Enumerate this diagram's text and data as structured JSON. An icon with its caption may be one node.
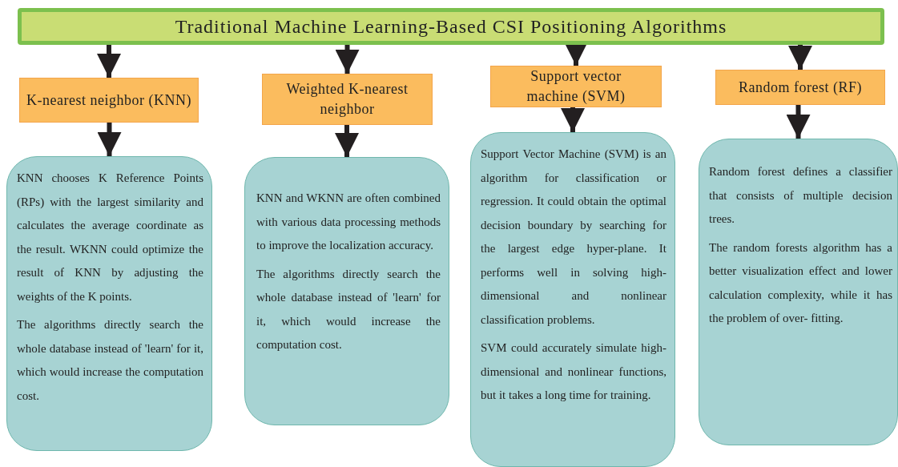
{
  "diagram": {
    "nodes": [
      {
        "text": [
          "Traditional Machine Learning-Based CSI Positioning Algorithms"
        ]
      },
      {
        "text": [
          "K-nearest neighbor (KNN)"
        ]
      },
      {
        "text": [
          "Weighted K-nearest neighbor"
        ]
      },
      {
        "text": [
          "Support vector machine (SVM)"
        ]
      },
      {
        "text": [
          "Random forest (RF)"
        ]
      },
      {
        "text": [
          "KNN chooses K Reference Points (RPs) with the largest similarity and calculates the average coordinate as the result. WKNN could optimize the result of KNN by adjusting the weights of the K points.",
          "The algorithms directly search the whole database instead of 'learn' for it, which would increase the computation cost."
        ]
      },
      {
        "text": [
          "KNN and WKNN are often combined with various data processing methods to improve the localization accuracy.",
          "The algorithms directly search the whole database instead of 'learn' for it, which would increase the computation cost."
        ]
      },
      {
        "text": [
          "Support Vector Machine (SVM) is an algorithm for classification or regression. It could obtain the optimal decision boundary by searching for the largest edge hyper-plane. It performs well in solving high-dimensional and nonlinear classification problems.",
          "SVM could accurately simulate high-dimensional and nonlinear functions, but it takes a long time for training."
        ]
      },
      {
        "text": [
          "Random forest defines a classifier that consists of multiple decision trees.",
          "The random forests algorithm has a better visualization effect and lower calculation complexity, while it has the problem of over- fitting."
        ]
      }
    ],
    "edges": [
      {
        "from": 0,
        "to": 1,
        "arrow": "to"
      },
      {
        "from": 0,
        "to": 2,
        "arrow": "to"
      },
      {
        "from": 0,
        "to": 3,
        "arrow": "to"
      },
      {
        "from": 0,
        "to": 4,
        "arrow": "to"
      },
      {
        "from": 1,
        "to": 5,
        "arrow": "to"
      },
      {
        "from": 2,
        "to": 6,
        "arrow": "to"
      },
      {
        "from": 3,
        "to": 7,
        "arrow": "to"
      },
      {
        "from": 4,
        "to": 8,
        "arrow": "to"
      }
    ]
  }
}
